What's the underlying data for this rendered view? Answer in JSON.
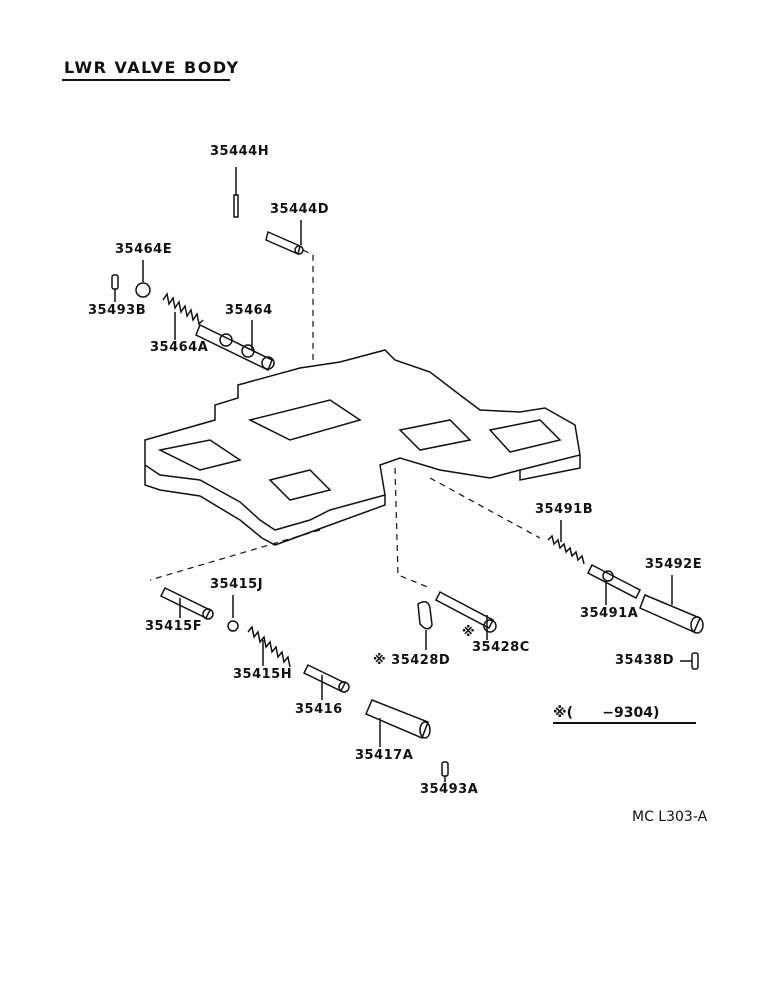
{
  "title": "LWR VALVE BODY",
  "parts": {
    "p35444H": "35444H",
    "p35444D": "35444D",
    "p35464E": "35464E",
    "p35493B": "35493B",
    "p35464": "35464",
    "p35464A": "35464A",
    "p35491B": "35491B",
    "p35492E": "35492E",
    "p35491A": "35491A",
    "p35415J": "35415J",
    "p35415F": "35415F",
    "p35415H": "35415H",
    "p35416": "35416",
    "p35428D": "※ 35428D",
    "p35428C_mark": "※",
    "p35428C": "35428C",
    "p35438D": "35438D",
    "p35417A": "35417A",
    "p35493A": "35493A"
  },
  "note": "※(      −9304)",
  "diagram_code": "MC L303-A"
}
